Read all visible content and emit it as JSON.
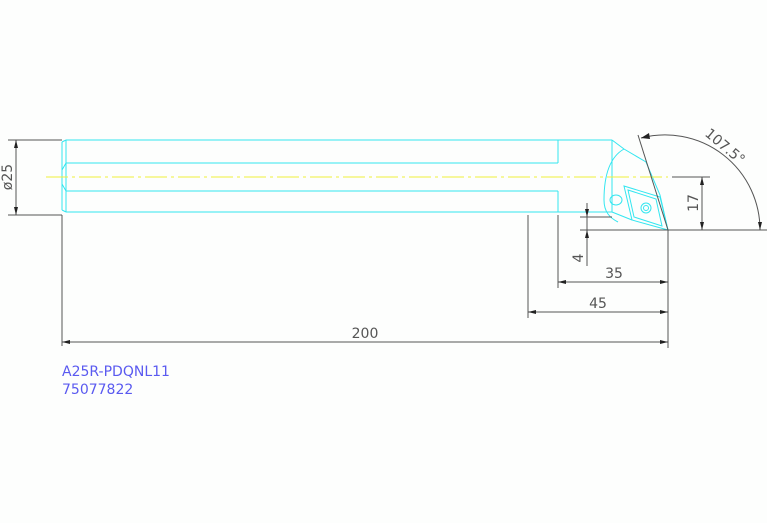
{
  "drawing": {
    "type": "boring-bar-technical-drawing",
    "colors": {
      "geometry": "#33e6f0",
      "dimension": "#555555",
      "centerline": "#f0f03a",
      "label": "#5a5af0",
      "background": "#fdfefd"
    },
    "dimensions": {
      "diameter": "ø25",
      "overall_length": "200",
      "length_45": "45",
      "length_35": "35",
      "offset_4": "4",
      "height_17": "17",
      "angle": "107.5°"
    },
    "labels": {
      "part_number": "A25R-PDQNL11",
      "order_number": "75077822"
    }
  }
}
